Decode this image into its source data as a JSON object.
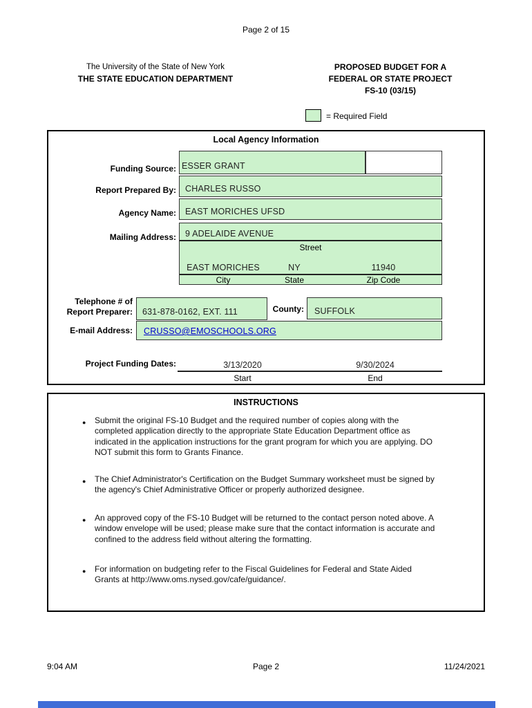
{
  "page": {
    "page_indicator": "Page 2 of 15",
    "footer": {
      "time": "9:04 AM",
      "page": "Page 2",
      "date": "11/24/2021"
    }
  },
  "header": {
    "left_line1": "The University of the State of New York",
    "left_line2": "THE STATE EDUCATION DEPARTMENT",
    "right_line1": "PROPOSED BUDGET FOR A",
    "right_line2": "FEDERAL OR STATE PROJECT",
    "right_line3": "FS-10 (03/15)",
    "legend_label": "= Required Field"
  },
  "colors": {
    "required_field_green": "#ccf2cc",
    "link_blue": "#0000cc",
    "bottom_bar_blue": "#3e6cd7"
  },
  "agency_info": {
    "title": "Local Agency Information",
    "funding_source": {
      "label": "Funding Source:",
      "value": "ESSER GRANT"
    },
    "report_prepared_by": {
      "label": "Report Prepared By:",
      "value": "CHARLES RUSSO"
    },
    "agency_name": {
      "label": "Agency Name:",
      "value": "EAST MORICHES UFSD"
    },
    "mailing_address": {
      "label": "Mailing Address:",
      "street": "9 ADELAIDE AVENUE",
      "street_caption": "Street",
      "city": "EAST MORICHES",
      "state": "NY",
      "zip": "11940",
      "city_caption": "City",
      "state_caption": "State",
      "zip_caption": "Zip Code"
    },
    "telephone": {
      "label_line1": "Telephone # of",
      "label_line2": "Report Preparer:",
      "value": "631-878-0162, EXT. 111"
    },
    "county": {
      "label": "County:",
      "value": "SUFFOLK"
    },
    "email": {
      "label": "E-mail Address:",
      "value": "CRUSSO@EMOSCHOOLS.ORG"
    },
    "funding_dates": {
      "label": "Project Funding Dates:",
      "start_value": "3/13/2020",
      "start_caption": "Start",
      "end_value": "9/30/2024",
      "end_caption": "End"
    }
  },
  "instructions": {
    "title": "INSTRUCTIONS",
    "bullets": [
      "Submit the original FS-10 Budget and the required number of copies along with the completed application directly to the appropriate State Education Department office as indicated in the application instructions for the grant program for which you are applying. DO NOT submit this form to Grants Finance.",
      "The Chief Administrator's Certification on the Budget Summary worksheet must be signed by the agency's Chief Administrative Officer or properly authorized designee.",
      "An approved copy of the FS-10 Budget will be returned to the contact person noted above.  A window envelope will be used; please make sure that the contact information is accurate and confined to the address field without altering the formatting.",
      "For information on budgeting refer to the Fiscal Guidelines for Federal and State Aided Grants at http://www.oms.nysed.gov/cafe/guidance/."
    ]
  }
}
